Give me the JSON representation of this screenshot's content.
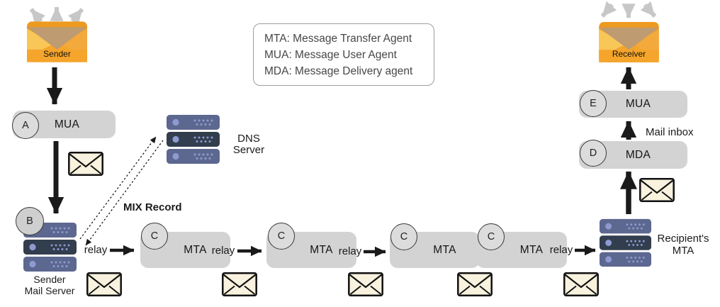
{
  "legend": {
    "line1": "MTA: Message Transfer Agent",
    "line2": "MUA: Message User Agent",
    "line3": "MDA: Message Delivery agent"
  },
  "endpoints": {
    "sender": "Sender",
    "receiver": "Receiver"
  },
  "agents": {
    "mua_sender": {
      "badge": "A",
      "label": "MUA"
    },
    "mta": {
      "badge": "C",
      "label": "MTA"
    },
    "mda": {
      "badge": "D",
      "label": "MDA"
    },
    "mua_receiver": {
      "badge": "E",
      "label": "MUA"
    }
  },
  "servers": {
    "sender_mail": {
      "badge": "B",
      "line1": "Sender",
      "line2": "Mail Server"
    },
    "dns": {
      "line1": "DNS",
      "line2": "Server"
    },
    "recipient": {
      "line1": "Recipient's",
      "line2": "MTA"
    }
  },
  "labels": {
    "relay": "relay",
    "mix_record": "MIX Record",
    "mail_inbox": "Mail inbox"
  },
  "colors": {
    "envelope_orange": "#F5A52B",
    "envelope_fold_light": "#F9C658",
    "envelope_fold_dark": "#F3A93C",
    "envelope_flap_tan": "#BE9B70",
    "server_slab": "#5D6890",
    "server_slab_dark": "#323E4E",
    "server_dot": "#8E9AD0",
    "pill_gray": "#D3D3D3",
    "badge_gray": "#CFCFCF",
    "mail_cream": "#F8F2DE",
    "arrow_black": "#1A1A1A",
    "fan_gray": "#C7C7C7"
  }
}
